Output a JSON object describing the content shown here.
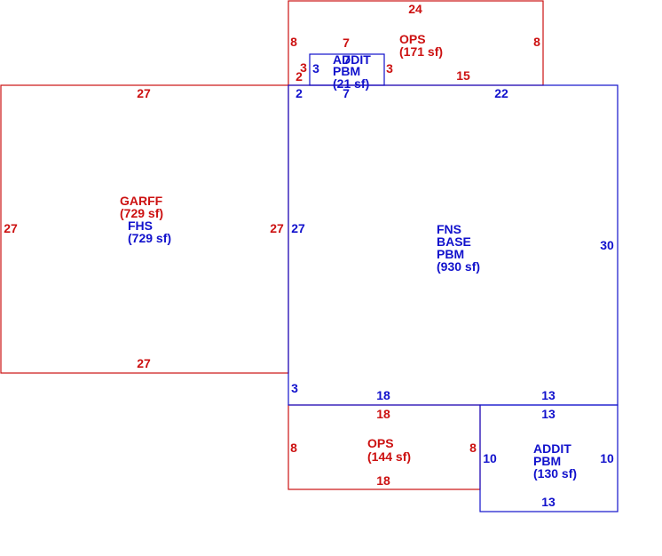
{
  "colors": {
    "red": "#cc1111",
    "blue": "#1111cc",
    "background": "#ffffff"
  },
  "areas": {
    "ops_top": {
      "name": "OPS",
      "area": "(171 sf)"
    },
    "addit_small": {
      "name1": "ADDIT",
      "name2": "PBM",
      "area": "(21 sf)"
    },
    "garage": {
      "name": "GARFF",
      "area": "(729 sf)"
    },
    "fhs": {
      "name": "FHS",
      "area": "(729 sf)"
    },
    "base": {
      "name1": "FNS",
      "name2": "BASE",
      "name3": "PBM",
      "area": "(930 sf)"
    },
    "ops_bottom": {
      "name": "OPS",
      "area": "(144 sf)"
    },
    "addit_bottom": {
      "name1": "ADDIT",
      "name2": "PBM",
      "area": "(130 sf)"
    }
  },
  "dims": {
    "ops_top_top": "24",
    "ops_top_left": "8",
    "ops_top_right": "8",
    "ops_top_seven": "7",
    "ops_top_fifteen": "15",
    "ops_top_two": "2",
    "ops_top_three": "3",
    "addit_small_left": "3",
    "addit_small_right": "3",
    "addit_small_top": "7",
    "addit_small_bottom": "7",
    "base_two": "2",
    "base_top": "22",
    "base_right": "30",
    "base_left": "27",
    "base_three": "3",
    "base_bottom_left": "18",
    "base_bottom_right": "13",
    "garage_top": "27",
    "garage_left": "27",
    "garage_right": "27",
    "garage_bottom": "27",
    "ops_bottom_top": "18",
    "ops_bottom_left": "8",
    "ops_bottom_right": "8",
    "ops_bottom_bottom": "18",
    "addit_bottom_top": "13",
    "addit_bottom_left": "10",
    "addit_bottom_right": "10",
    "addit_bottom_bottom": "13"
  }
}
